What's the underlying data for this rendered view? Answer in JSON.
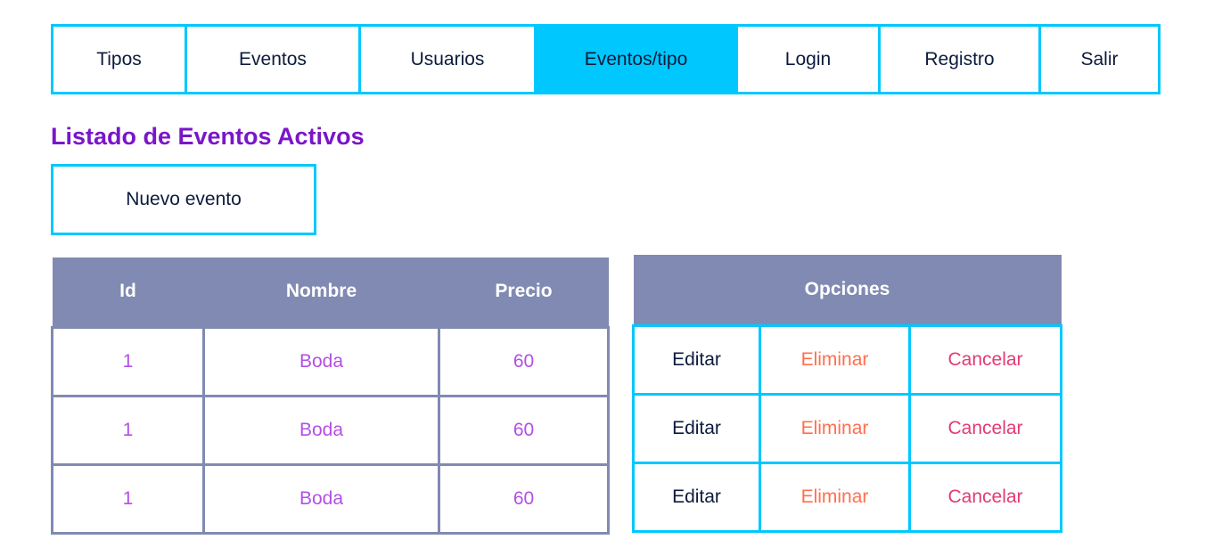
{
  "nav": {
    "items": [
      "Tipos",
      "Eventos",
      "Usuarios",
      "Eventos/tipo",
      "Login",
      "Registro",
      "Salir"
    ],
    "active": "Eventos/tipo"
  },
  "page": {
    "title": "Listado de Eventos Activos",
    "new_button": "Nuevo evento"
  },
  "events_table": {
    "headers": [
      "Id",
      "Nombre",
      "Precio"
    ],
    "rows": [
      [
        "1",
        "Boda",
        "60"
      ],
      [
        "1",
        "Boda",
        "60"
      ],
      [
        "1",
        "Boda",
        "60"
      ]
    ]
  },
  "options_table": {
    "header": "Opciones",
    "edit_label": "Editar",
    "delete_label": "Eliminar",
    "cancel_label": "Cancelar"
  },
  "colors": {
    "accent": "#00c8ff",
    "title": "#7a16c9",
    "header_bg": "#818ab2",
    "cell_text": "#b34fe6",
    "edit": "#0c1b3d",
    "delete": "#ff6f4f",
    "cancel": "#e23b73"
  }
}
